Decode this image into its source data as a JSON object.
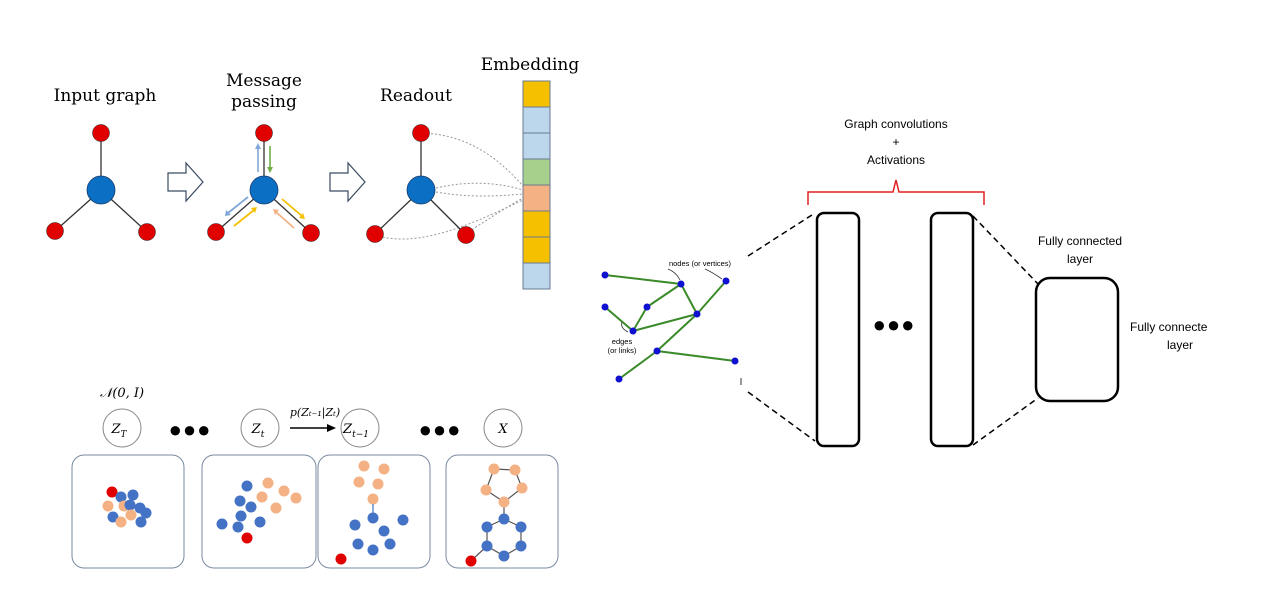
{
  "gnn_pipeline": {
    "input_graph_label": "Input graph",
    "message_label_1": "Message",
    "message_label_2": "passing",
    "readout_label": "Readout",
    "embedding_label": "Embedding",
    "embedding_cell_colors": [
      "#f5c000",
      "#bcd6ec",
      "#bcd6ec",
      "#a8d08d",
      "#f4b183",
      "#f5c000",
      "#f5c000",
      "#bcd6ec"
    ]
  },
  "diffusion": {
    "prior_label": "𝒩(0, I)",
    "states": [
      "Z",
      "Z",
      "Z",
      "X"
    ],
    "state_subscripts": [
      "T",
      "t",
      "t−1",
      ""
    ],
    "transition_label": "p(Zₜ₋₁|Zₜ)",
    "ellipsis": "●●●"
  },
  "gcn": {
    "graph_convolutions_label": "Graph convolutions",
    "plus_label": "+",
    "activations_label": "Activations",
    "fc_label_top_1": "Fully connected",
    "fc_label_top_2": "layer",
    "fc_label_right_1": "Fully connecte",
    "fc_label_right_2": "layer",
    "nodes_label": "nodes (or vertices)",
    "edges_label_1": "edges",
    "edges_label_2": "(or links)",
    "ellipsis": "●●●",
    "brace_color": "#e02020",
    "edge_color": "#3a8a2a",
    "node_color": "#1010d0"
  },
  "colors": {
    "node_red": "#e00000",
    "node_blue": "#0b6fc4",
    "mol_blue": "#4472c4",
    "mol_peach": "#f4b183"
  }
}
